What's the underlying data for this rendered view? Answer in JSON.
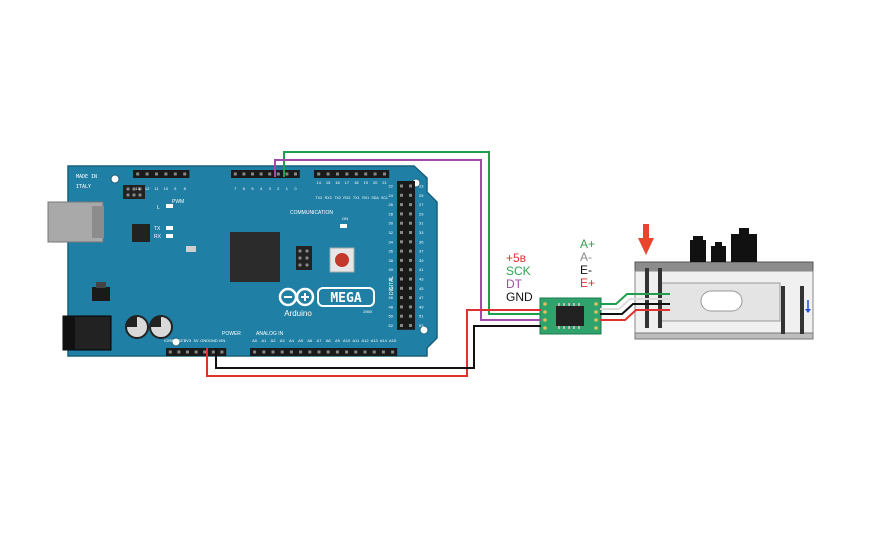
{
  "arduino": {
    "made_in": "MADE IN",
    "country": "ITALY",
    "aref": "AREF",
    "gnd": "GND",
    "pwm": "PWM",
    "led_l": "L",
    "tx": "TX",
    "rx": "RX",
    "on": "ON",
    "communication": "COMMUNICATION",
    "power": "POWER",
    "analog_in": "ANALOG IN",
    "brand": "Arduino",
    "model": "MEGA",
    "model_version": "2560",
    "digital": "DIGITAL",
    "pwm_pins": [
      "13",
      "12",
      "11",
      "10",
      "9",
      "8"
    ],
    "digital_pins": [
      "7",
      "6",
      "5",
      "4",
      "3",
      "2",
      "1",
      "0"
    ],
    "comm_pins": [
      "14",
      "15",
      "16",
      "17",
      "18",
      "19",
      "20",
      "21"
    ],
    "comm_labels": [
      "TX3",
      "RX3",
      "TX2",
      "RX2",
      "TX1",
      "RX1",
      "SDA",
      "SCL"
    ],
    "power_pins": [
      "IOREF",
      "RESET",
      "3V3",
      "5V",
      "GND",
      "GND",
      "VIN"
    ],
    "analog_pins": [
      "A0",
      "A1",
      "A2",
      "A3",
      "A4",
      "A5",
      "A6",
      "A7",
      "A8",
      "A9",
      "A10",
      "A11",
      "A12",
      "A13",
      "A14",
      "A15"
    ],
    "right_header_left": [
      "22",
      "24",
      "26",
      "28",
      "30",
      "32",
      "34",
      "36",
      "38",
      "40",
      "42",
      "44",
      "46",
      "48",
      "50",
      "52"
    ],
    "right_header_right": [
      "23",
      "25",
      "27",
      "29",
      "31",
      "33",
      "35",
      "37",
      "39",
      "41",
      "43",
      "45",
      "47",
      "49",
      "51",
      "53"
    ]
  },
  "hx711_labels": {
    "vcc": "+5в",
    "sck": "SCK",
    "dt": "DT",
    "gnd": "GND"
  },
  "loadcell_labels": {
    "a_plus": "A+",
    "a_minus": "A-",
    "e_minus": "E-",
    "e_plus": "E+"
  },
  "colors": {
    "board": "#1f7fa4",
    "board_dark": "#16607c",
    "wire_red": "#e03131",
    "wire_green": "#1f9e4d",
    "wire_purple": "#a14aa8",
    "wire_black": "#111111",
    "wire_white": "#dddddd",
    "label_vcc": "#e03131",
    "label_sck": "#2fa34f",
    "label_dt": "#a14aa8",
    "label_gnd": "#111111",
    "label_a_plus": "#2fa34f",
    "label_a_minus": "#888888",
    "label_e_minus": "#111111",
    "label_e_plus": "#e03131",
    "force_arrow": "#e8452c",
    "hx711_board": "#2ea36c"
  }
}
